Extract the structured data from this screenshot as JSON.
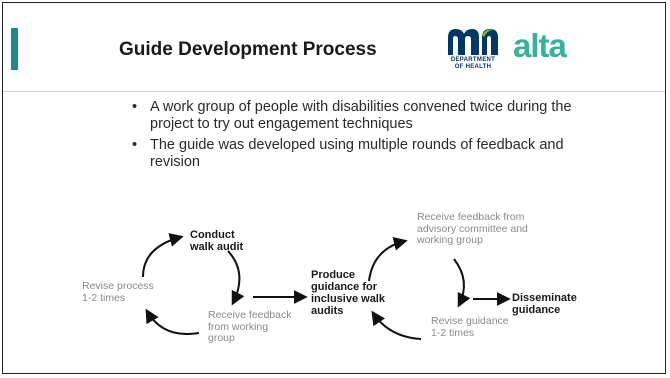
{
  "slide": {
    "title": "Guide Development Process",
    "logos": {
      "mn_mark": "mn",
      "mn_line1": "DEPARTMENT",
      "mn_line2": "OF HEALTH",
      "alta": "alta"
    },
    "bullets": [
      "A work group of people with disabilities convened twice during the project to try out engagement techniques",
      "The guide was developed using multiple rounds of feedback and revision"
    ],
    "bullet_glyph": "•"
  },
  "diagram": {
    "cycle1": {
      "top": "Conduct walk audit",
      "bottom_right": "Receive feedback from working group",
      "left": "Revise process 1-2 times"
    },
    "center": "Produce guidance for inclusive walk audits",
    "cycle2": {
      "top": "Receive feedback from advisory committee and working group",
      "bottom": "Revise guidance 1-2 times"
    },
    "final": "Disseminate guidance"
  },
  "colors": {
    "accent": "#1f8a8a",
    "mn_blue": "#003865",
    "mn_green": "#78be21",
    "alta_green": "#37b29a"
  }
}
